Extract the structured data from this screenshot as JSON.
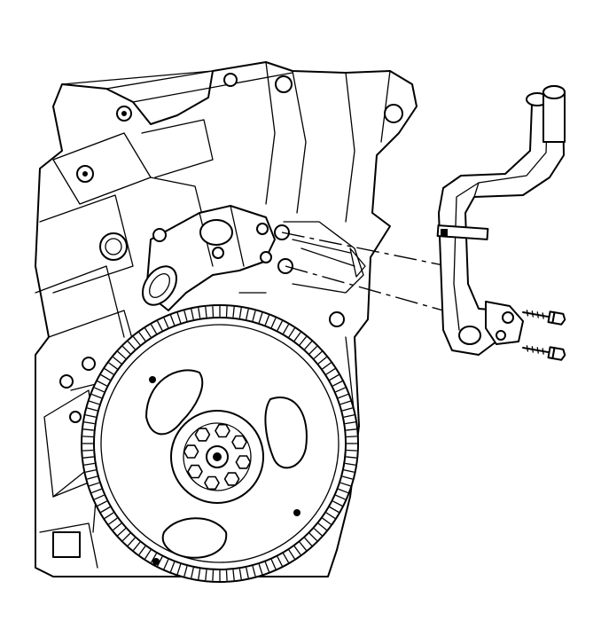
{
  "diagram": {
    "kind": "line-art illustration",
    "colors": {
      "ink": "#000000",
      "paper": "#ffffff"
    },
    "parts": [
      {
        "id": "engine-block",
        "icon": "engine-block-icon"
      },
      {
        "id": "thermostat-housing",
        "icon": "pipe-outlet-icon"
      },
      {
        "id": "flywheel",
        "icon": "flywheel-icon"
      },
      {
        "id": "coolant-pipe-assembly",
        "icon": "coolant-pipe-icon"
      },
      {
        "id": "mounting-bolt",
        "icon": "bolt-icon",
        "count": 2
      }
    ]
  }
}
